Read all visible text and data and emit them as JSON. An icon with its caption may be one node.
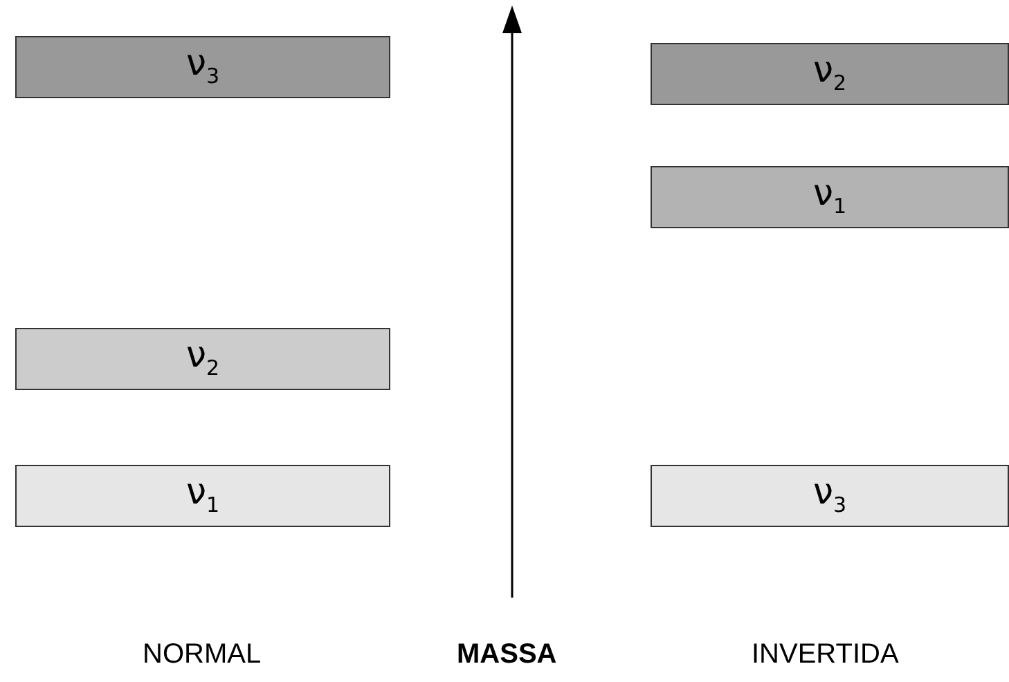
{
  "diagram": {
    "nodes": [
      {
        "text": [
          "ν$_{3}$"
        ]
      },
      {
        "text": [
          "ν$_{2}$"
        ]
      },
      {
        "text": [
          "ν$_{1}$"
        ]
      },
      {
        "text": [
          "ν$_{2}$"
        ]
      },
      {
        "text": [
          "ν$_{1}$"
        ]
      },
      {
        "text": [
          "ν$_{3}$"
        ]
      }
    ],
    "labels": [
      "NORMAL",
      "MASSA",
      "INVERTIDA"
    ]
  }
}
